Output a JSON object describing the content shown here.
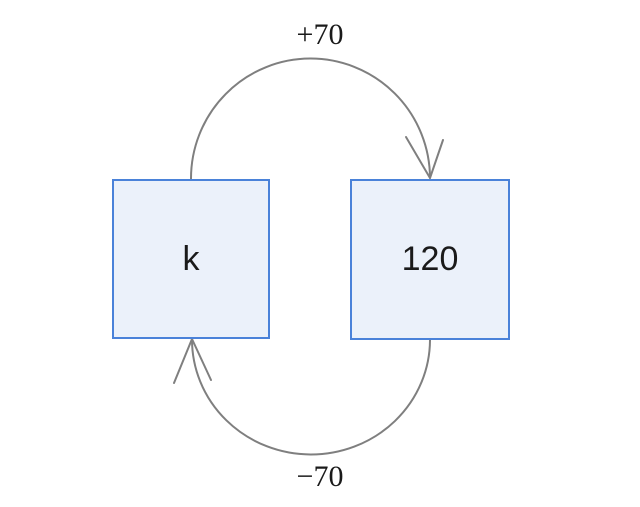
{
  "diagram": {
    "boxes": [
      {
        "id": "left-box",
        "label": "k"
      },
      {
        "id": "right-box",
        "label": "120"
      }
    ],
    "arrows": [
      {
        "id": "top-arrow",
        "label": "+70",
        "from": "left-box",
        "to": "right-box"
      },
      {
        "id": "bottom-arrow",
        "label": "−70",
        "from": "right-box",
        "to": "left-box"
      }
    ],
    "colors": {
      "box_fill": "#ebf1fa",
      "box_border": "#4a82d9",
      "arrow": "#7f7f7f",
      "label_text": "#1a1a1a"
    }
  }
}
